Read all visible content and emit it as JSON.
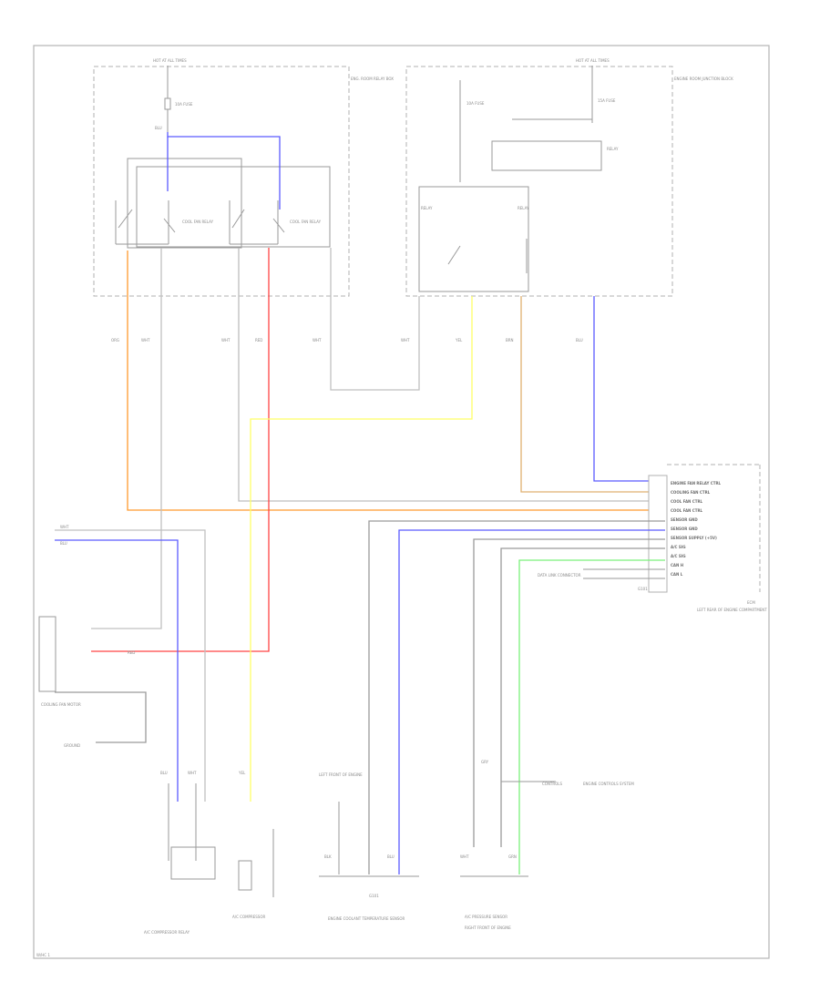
{
  "colors": {
    "blue": "#5b5bff",
    "orange": "#ff9a2e",
    "red": "#ff4444",
    "yellow": "#ffff66",
    "green": "#7bf07b",
    "tan": "#e0b070",
    "gray": "#b0b0b0",
    "dark": "#7a7a7a"
  },
  "labels": {
    "fuse_block_left": "HOT AT ALL TIMES",
    "fuse_block_right": "HOT AT ALL TIMES",
    "box_left_title": "ENG. ROOM RELAY BOX",
    "box_right_title": "ENGINE ROOM JUNCTION BLOCK",
    "fuse_left": "10A FUSE",
    "fuse_right_1": "10A FUSE",
    "fuse_right_2": "15A FUSE",
    "relay_left_1": "COOL FAN RELAY",
    "relay_left_2": "COOL FAN RELAY",
    "relay_right_1": "RELAY",
    "relay_right_2": "RELAY",
    "relay_right_3": "RELAY",
    "wire_blu": "BLU",
    "wire_org": "ORG",
    "wire_wht": "WHT",
    "wire_red": "RED",
    "wire_yel": "YEL",
    "wire_brn": "BRN",
    "wire_blk": "BLK",
    "wire_grn": "GRN",
    "wire_gry": "GRY",
    "ecm_label": "ECM",
    "ecm_sub": "LEFT REAR OF ENGINE COMPARTMENT",
    "conn_names": [
      "ENGINE FAN RELAY CTRL",
      "COOLING FAN CTRL",
      "COOL FAN CTRL",
      "COOL FAN CTRL",
      "SENSOR GND",
      "SENSOR GND",
      "SENSOR SUPPLY (+5V)",
      "A/C SIG",
      "A/C SIG",
      "CAN H",
      "CAN L"
    ],
    "ecm_side": "DATA LINK CONNECTOR",
    "left_comp_1": "COOLING FAN MOTOR",
    "left_comp_2": "GROUND",
    "bottom_1": "A/C COMPRESSOR RELAY",
    "bottom_2": "A/C COMPRESSOR",
    "bottom_3": "LEFT FRONT OF ENGINE",
    "bottom_4": "ENGINE COOLANT TEMPERATURE SENSOR",
    "bottom_5": "A/C PRESSURE SENSOR",
    "bottom_6": "RIGHT FRONT OF ENGINE",
    "ground": "G101",
    "ecm_note": "CONTROLS",
    "ecm_note_2": "ENGINE CONTROLS SYSTEM",
    "footer": "W/HC 1"
  }
}
